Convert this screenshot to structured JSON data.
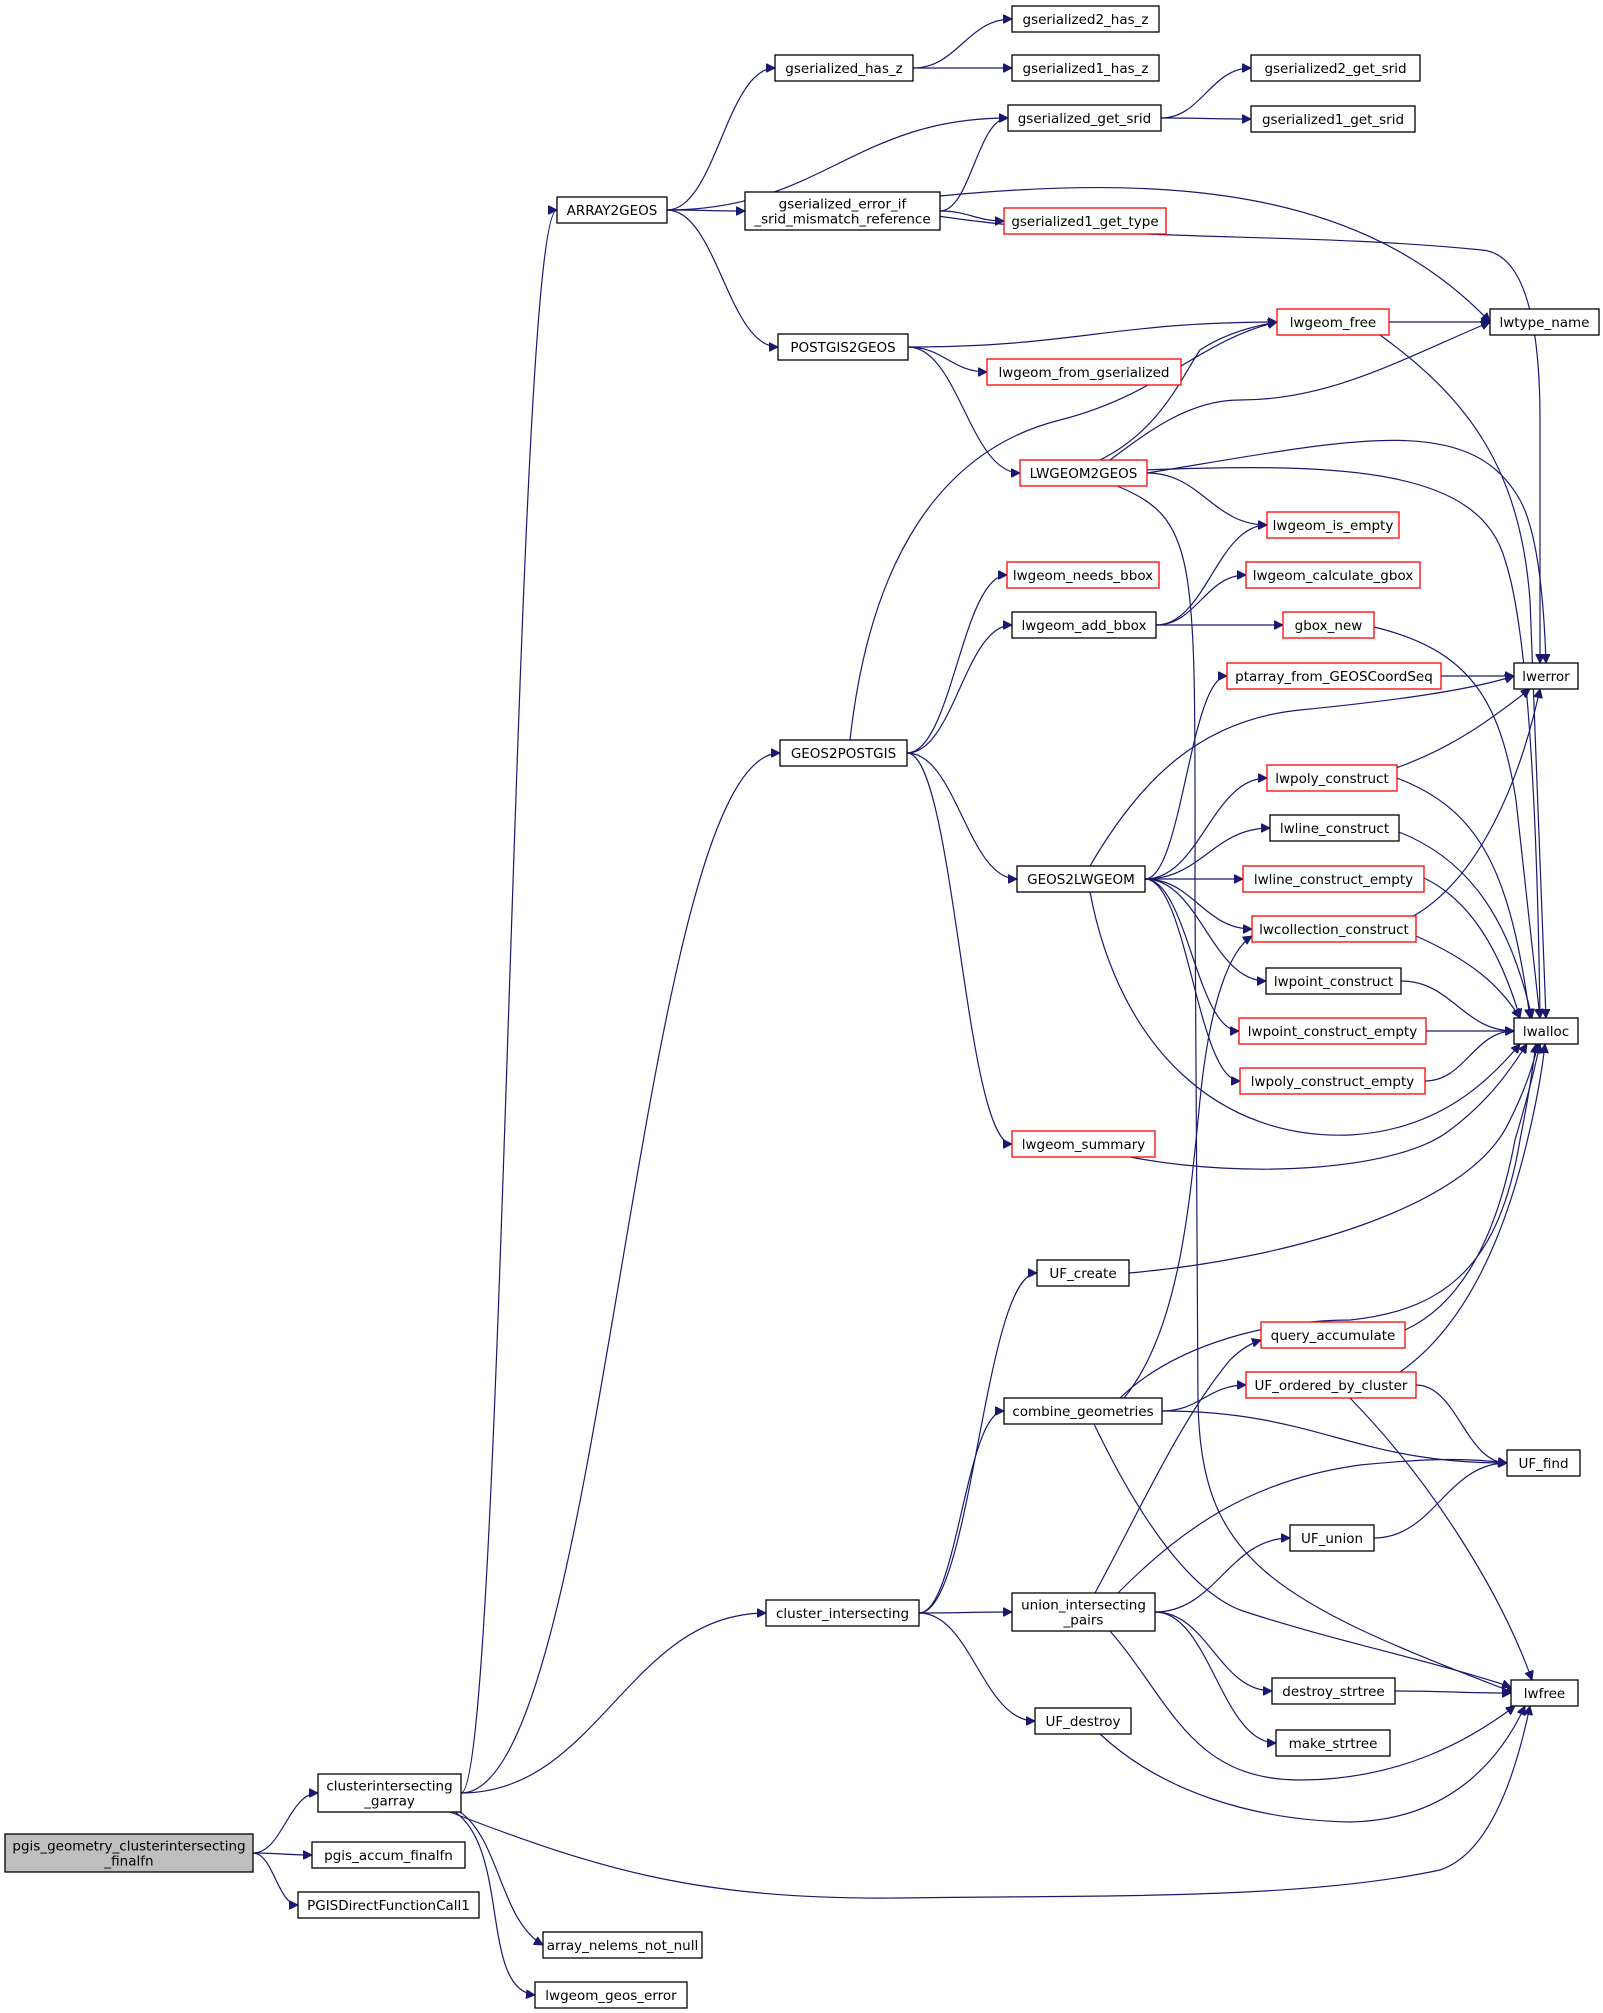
{
  "colors": {
    "edge": "#191970",
    "node_border": "#000000",
    "node_border_truncated": "#ff0000",
    "root_fill": "#bfbfbf",
    "node_fill": "#ffffff"
  },
  "nodes": [
    {
      "id": "root",
      "lines": [
        "pgis_geometry_clusterintersecting",
        "_finalfn"
      ],
      "border": "black",
      "root": true
    },
    {
      "id": "cig",
      "lines": [
        "clusterintersecting",
        "_garray"
      ],
      "border": "black"
    },
    {
      "id": "paf",
      "lines": [
        "pgis_accum_finalfn"
      ],
      "border": "black"
    },
    {
      "id": "pdfc",
      "lines": [
        "PGISDirectFunctionCall1"
      ],
      "border": "black"
    },
    {
      "id": "a2g",
      "lines": [
        "ARRAY2GEOS"
      ],
      "border": "black"
    },
    {
      "id": "ghz",
      "lines": [
        "gserialized_has_z"
      ],
      "border": "black"
    },
    {
      "id": "g2hz",
      "lines": [
        "gserialized2_has_z"
      ],
      "border": "black"
    },
    {
      "id": "g1hz",
      "lines": [
        "gserialized1_has_z"
      ],
      "border": "black"
    },
    {
      "id": "ggs",
      "lines": [
        "gserialized_get_srid"
      ],
      "border": "black"
    },
    {
      "id": "g2gs",
      "lines": [
        "gserialized2_get_srid"
      ],
      "border": "black"
    },
    {
      "id": "g1gs",
      "lines": [
        "gserialized1_get_srid"
      ],
      "border": "black"
    },
    {
      "id": "geism",
      "lines": [
        "gserialized_error_if",
        "_srid_mismatch_reference"
      ],
      "border": "black"
    },
    {
      "id": "g1gt",
      "lines": [
        "gserialized1_get_type"
      ],
      "border": "red"
    },
    {
      "id": "p2g",
      "lines": [
        "POSTGIS2GEOS"
      ],
      "border": "black"
    },
    {
      "id": "lwfree_geom",
      "lines": [
        "lwgeom_free"
      ],
      "border": "red"
    },
    {
      "id": "lwtn",
      "lines": [
        "lwtype_name"
      ],
      "border": "black"
    },
    {
      "id": "lwfg",
      "lines": [
        "lwgeom_from_gserialized"
      ],
      "border": "red"
    },
    {
      "id": "lw2g",
      "lines": [
        "LWGEOM2GEOS"
      ],
      "border": "red"
    },
    {
      "id": "lwie",
      "lines": [
        "lwgeom_is_empty"
      ],
      "border": "red"
    },
    {
      "id": "lwnb",
      "lines": [
        "lwgeom_needs_bbox"
      ],
      "border": "red"
    },
    {
      "id": "lwcg",
      "lines": [
        "lwgeom_calculate_gbox"
      ],
      "border": "red"
    },
    {
      "id": "lwab",
      "lines": [
        "lwgeom_add_bbox"
      ],
      "border": "black"
    },
    {
      "id": "gbn",
      "lines": [
        "gbox_new"
      ],
      "border": "red"
    },
    {
      "id": "pafg",
      "lines": [
        "ptarray_from_GEOSCoordSeq"
      ],
      "border": "red"
    },
    {
      "id": "lwerr",
      "lines": [
        "lwerror"
      ],
      "border": "black"
    },
    {
      "id": "g2p",
      "lines": [
        "GEOS2POSTGIS"
      ],
      "border": "black"
    },
    {
      "id": "lwpc",
      "lines": [
        "lwpoly_construct"
      ],
      "border": "red"
    },
    {
      "id": "lwlc",
      "lines": [
        "lwline_construct"
      ],
      "border": "black"
    },
    {
      "id": "g2lw",
      "lines": [
        "GEOS2LWGEOM"
      ],
      "border": "black"
    },
    {
      "id": "lwlce",
      "lines": [
        "lwline_construct_empty"
      ],
      "border": "red"
    },
    {
      "id": "lwcc",
      "lines": [
        "lwcollection_construct"
      ],
      "border": "red"
    },
    {
      "id": "lwptc",
      "lines": [
        "lwpoint_construct"
      ],
      "border": "black"
    },
    {
      "id": "lwptce",
      "lines": [
        "lwpoint_construct_empty"
      ],
      "border": "red"
    },
    {
      "id": "lwalloc",
      "lines": [
        "lwalloc"
      ],
      "border": "black"
    },
    {
      "id": "lwpce",
      "lines": [
        "lwpoly_construct_empty"
      ],
      "border": "red"
    },
    {
      "id": "lwsum",
      "lines": [
        "lwgeom_summary"
      ],
      "border": "red"
    },
    {
      "id": "ufc",
      "lines": [
        "UF_create"
      ],
      "border": "black"
    },
    {
      "id": "qacc",
      "lines": [
        "query_accumulate"
      ],
      "border": "red"
    },
    {
      "id": "ufobc",
      "lines": [
        "UF_ordered_by_cluster"
      ],
      "border": "red"
    },
    {
      "id": "cgeo",
      "lines": [
        "combine_geometries"
      ],
      "border": "black"
    },
    {
      "id": "uff",
      "lines": [
        "UF_find"
      ],
      "border": "black"
    },
    {
      "id": "ufu",
      "lines": [
        "UF_union"
      ],
      "border": "black"
    },
    {
      "id": "ci",
      "lines": [
        "cluster_intersecting"
      ],
      "border": "black"
    },
    {
      "id": "uip",
      "lines": [
        "union_intersecting",
        "_pairs"
      ],
      "border": "black"
    },
    {
      "id": "dst",
      "lines": [
        "destroy_strtree"
      ],
      "border": "black"
    },
    {
      "id": "lwfree",
      "lines": [
        "lwfree"
      ],
      "border": "black"
    },
    {
      "id": "ufd",
      "lines": [
        "UF_destroy"
      ],
      "border": "black"
    },
    {
      "id": "mst",
      "lines": [
        "make_strtree"
      ],
      "border": "black"
    },
    {
      "id": "anenn",
      "lines": [
        "array_nelems_not_null"
      ],
      "border": "black"
    },
    {
      "id": "lwge",
      "lines": [
        "lwgeom_geos_error"
      ],
      "border": "black"
    }
  ],
  "edges": [
    [
      "root",
      "cig"
    ],
    [
      "root",
      "paf"
    ],
    [
      "root",
      "pdfc"
    ],
    [
      "cig",
      "a2g"
    ],
    [
      "cig",
      "g2p"
    ],
    [
      "cig",
      "ci"
    ],
    [
      "cig",
      "lwfree"
    ],
    [
      "cig",
      "anenn"
    ],
    [
      "cig",
      "lwge"
    ],
    [
      "a2g",
      "ghz"
    ],
    [
      "a2g",
      "ggs"
    ],
    [
      "a2g",
      "geism"
    ],
    [
      "a2g",
      "p2g"
    ],
    [
      "ghz",
      "g2hz"
    ],
    [
      "ghz",
      "g1hz"
    ],
    [
      "ggs",
      "g2gs"
    ],
    [
      "ggs",
      "g1gs"
    ],
    [
      "geism",
      "ggs"
    ],
    [
      "geism",
      "g1gt"
    ],
    [
      "geism",
      "lwtn"
    ],
    [
      "geism",
      "lwerr"
    ],
    [
      "p2g",
      "lwfree_geom"
    ],
    [
      "p2g",
      "lwfg"
    ],
    [
      "p2g",
      "lw2g"
    ],
    [
      "lwfree_geom",
      "lwtn"
    ],
    [
      "lwfree_geom",
      "lwalloc"
    ],
    [
      "lw2g",
      "lwfree_geom"
    ],
    [
      "lw2g",
      "lwtn"
    ],
    [
      "lw2g",
      "lwerr"
    ],
    [
      "lw2g",
      "lwie"
    ],
    [
      "lw2g",
      "lwalloc"
    ],
    [
      "lw2g",
      "lwfree"
    ],
    [
      "lwab",
      "lwie"
    ],
    [
      "lwab",
      "lwcg"
    ],
    [
      "lwab",
      "gbn"
    ],
    [
      "gbn",
      "lwalloc"
    ],
    [
      "pafg",
      "lwerr"
    ],
    [
      "g2p",
      "lwfree_geom"
    ],
    [
      "g2p",
      "lwnb"
    ],
    [
      "g2p",
      "lwab"
    ],
    [
      "g2p",
      "g2lw"
    ],
    [
      "g2p",
      "lwsum"
    ],
    [
      "g2lw",
      "pafg"
    ],
    [
      "g2lw",
      "lwerr"
    ],
    [
      "g2lw",
      "lwpc"
    ],
    [
      "g2lw",
      "lwlc"
    ],
    [
      "g2lw",
      "lwlce"
    ],
    [
      "g2lw",
      "lwcc"
    ],
    [
      "g2lw",
      "lwptc"
    ],
    [
      "g2lw",
      "lwptce"
    ],
    [
      "g2lw",
      "lwpce"
    ],
    [
      "g2lw",
      "lwalloc"
    ],
    [
      "lwpc",
      "lwerr"
    ],
    [
      "lwpc",
      "lwalloc"
    ],
    [
      "lwlc",
      "lwalloc"
    ],
    [
      "lwlce",
      "lwalloc"
    ],
    [
      "lwcc",
      "lwerr"
    ],
    [
      "lwcc",
      "lwalloc"
    ],
    [
      "lwptc",
      "lwalloc"
    ],
    [
      "lwptce",
      "lwalloc"
    ],
    [
      "lwpce",
      "lwalloc"
    ],
    [
      "lwsum",
      "lwalloc"
    ],
    [
      "ufc",
      "lwalloc"
    ],
    [
      "qacc",
      "lwalloc"
    ],
    [
      "ufobc",
      "lwalloc"
    ],
    [
      "ufobc",
      "uff"
    ],
    [
      "ufobc",
      "lwfree"
    ],
    [
      "cgeo",
      "lwalloc"
    ],
    [
      "cgeo",
      "lwcc"
    ],
    [
      "cgeo",
      "ufobc"
    ],
    [
      "cgeo",
      "uff"
    ],
    [
      "cgeo",
      "lwfree"
    ],
    [
      "ufu",
      "uff"
    ],
    [
      "ci",
      "ufc"
    ],
    [
      "ci",
      "cgeo"
    ],
    [
      "ci",
      "uip"
    ],
    [
      "ci",
      "ufd"
    ],
    [
      "uip",
      "qacc"
    ],
    [
      "uip",
      "uff"
    ],
    [
      "uip",
      "ufu"
    ],
    [
      "uip",
      "dst"
    ],
    [
      "uip",
      "mst"
    ],
    [
      "uip",
      "lwfree"
    ],
    [
      "dst",
      "lwfree"
    ],
    [
      "ufd",
      "lwfree"
    ]
  ]
}
